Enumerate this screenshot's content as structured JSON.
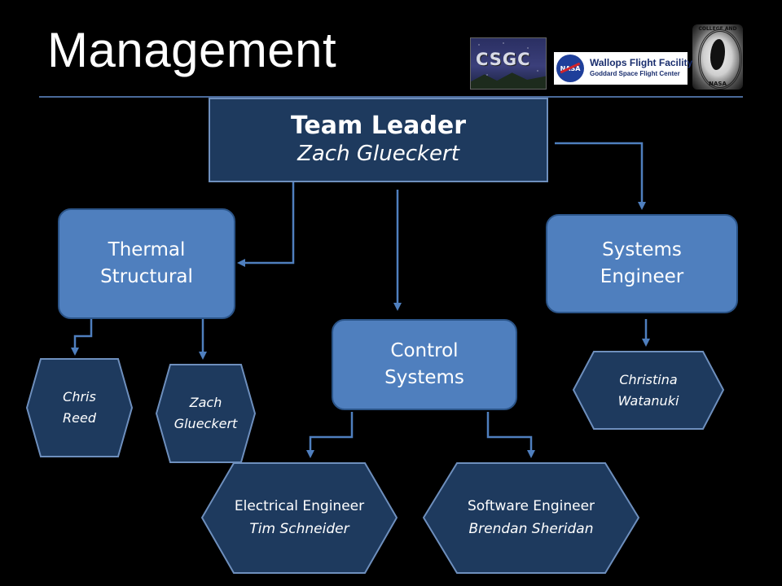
{
  "slide": {
    "title": "Management"
  },
  "logos": {
    "csgc": "CSGC",
    "wallops_line1": "Wallops Flight Facility",
    "wallops_line2": "Goddard Space Flight Center",
    "nasa_meatball": "NASA",
    "seal_top": "COLLEGE AND",
    "seal_bottom": "NASA"
  },
  "org_chart": {
    "team_leader": {
      "role": "Team Leader",
      "name": "Zach Glueckert"
    },
    "thermal": {
      "line1": "Thermal",
      "line2": "Structural"
    },
    "systems": {
      "line1": "Systems",
      "line2": "Engineer"
    },
    "control": {
      "line1": "Control",
      "line2": "Systems"
    },
    "chris": {
      "line1": "Chris",
      "line2": "Reed"
    },
    "zach": {
      "line1": "Zach",
      "line2": "Glueckert"
    },
    "christina": {
      "line1": "Christina",
      "line2": "Watanuki"
    },
    "electrical": {
      "role": "Electrical Engineer",
      "name": "Tim Schneider"
    },
    "software": {
      "role": "Software Engineer",
      "name": "Brendan Sheridan"
    }
  },
  "colors": {
    "background": "#000000",
    "leader_fill": "#1e3a5e",
    "box_fill": "#4f7fbe",
    "hex_fill": "#1e3a5e",
    "connector": "#4f7fbe"
  }
}
